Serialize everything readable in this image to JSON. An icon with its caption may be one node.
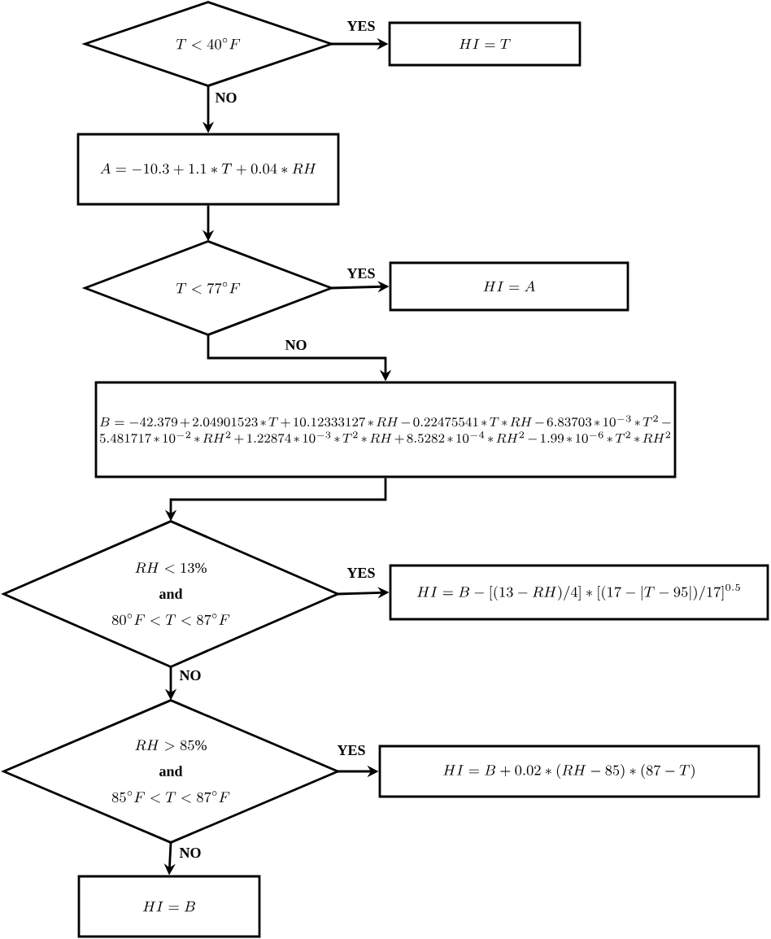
{
  "diagram": {
    "nodes": [
      {
        "text": [
          "T < 40^{\\circ} F"
        ]
      },
      {
        "text": [
          "HI = T"
        ]
      },
      {
        "text": [
          "A = -10.3 + 1.1 * T + 0.04 * RH"
        ]
      },
      {
        "text": [
          "T < 77^{\\circ} F"
        ]
      },
      {
        "text": [
          "HI = A"
        ]
      },
      {
        "text": [
          "B = -42.379 + 2.04901523 * T + 10.12333127 * RH - 0.22475541 * T * RH - 6.83703 * 10^{-3} * T^{2} - 5.481717 * 10^{-2} * RH^{2} + 1.22874 * 10^{-3} * T^{2} * RH + 8.5282 * 10^{-4} * RH^{2} - 1.99 * 10^{-6} * T^{2} * RH^{2}"
        ]
      },
      {
        "text": [
          "RH < 13\\%",
          "and",
          "80^{\\circ} F < T < 87^{\\circ} F"
        ]
      },
      {
        "text": [
          "HI = B - [(13 - RH)/4] * [(17 - |T - 95|)/17]^{0.5}"
        ]
      },
      {
        "text": [
          "RH > 85\\%",
          "and",
          "85^{\\circ} F < T < 87^{\\circ} F"
        ]
      },
      {
        "text": [
          "HI = B + 0.02 * (RH - 85) * (87 - T)"
        ]
      },
      {
        "text": [
          "HI = B"
        ]
      }
    ],
    "edges": [
      {
        "from": 0,
        "to": 1,
        "arrow": "to",
        "label": "YES"
      },
      {
        "from": 0,
        "to": 2,
        "arrow": "to",
        "label": "NO"
      },
      {
        "from": 2,
        "to": 3,
        "arrow": "to"
      },
      {
        "from": 3,
        "to": 4,
        "arrow": "to",
        "label": "YES"
      },
      {
        "from": 3,
        "to": 5,
        "arrow": "to",
        "label": "NO"
      },
      {
        "from": 5,
        "to": 6,
        "arrow": "to"
      },
      {
        "from": 6,
        "to": 7,
        "arrow": "to",
        "label": "YES"
      },
      {
        "from": 6,
        "to": 8,
        "arrow": "to",
        "label": "NO"
      },
      {
        "from": 8,
        "to": 9,
        "arrow": "to",
        "label": "YES"
      },
      {
        "from": 8,
        "to": 10,
        "arrow": "to",
        "label": "NO"
      }
    ]
  }
}
